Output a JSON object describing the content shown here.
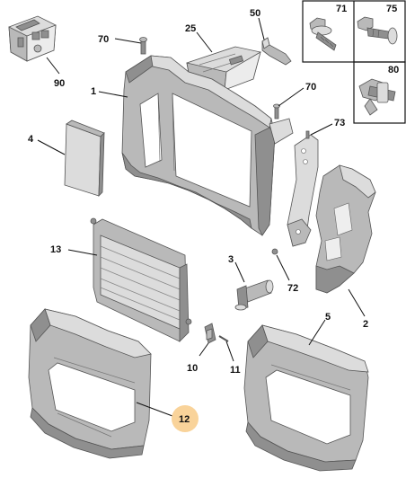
{
  "callouts": [
    {
      "id": "c90",
      "label": "90"
    },
    {
      "id": "c70a",
      "label": "70"
    },
    {
      "id": "c25",
      "label": "25"
    },
    {
      "id": "c50",
      "label": "50"
    },
    {
      "id": "c71",
      "label": "71"
    },
    {
      "id": "c75",
      "label": "75"
    },
    {
      "id": "c80",
      "label": "80"
    },
    {
      "id": "c1",
      "label": "1"
    },
    {
      "id": "c70b",
      "label": "70"
    },
    {
      "id": "c73",
      "label": "73"
    },
    {
      "id": "c4",
      "label": "4"
    },
    {
      "id": "c13",
      "label": "13"
    },
    {
      "id": "c3",
      "label": "3"
    },
    {
      "id": "c72",
      "label": "72"
    },
    {
      "id": "c2",
      "label": "2"
    },
    {
      "id": "c5",
      "label": "5"
    },
    {
      "id": "c10",
      "label": "10"
    },
    {
      "id": "c11",
      "label": "11"
    },
    {
      "id": "c12",
      "label": "12"
    }
  ],
  "colors": {
    "highlight": "#f9d39a",
    "line": "#111111",
    "part_dark": "#8f8f8f",
    "part_light": "#dcdcdc"
  }
}
